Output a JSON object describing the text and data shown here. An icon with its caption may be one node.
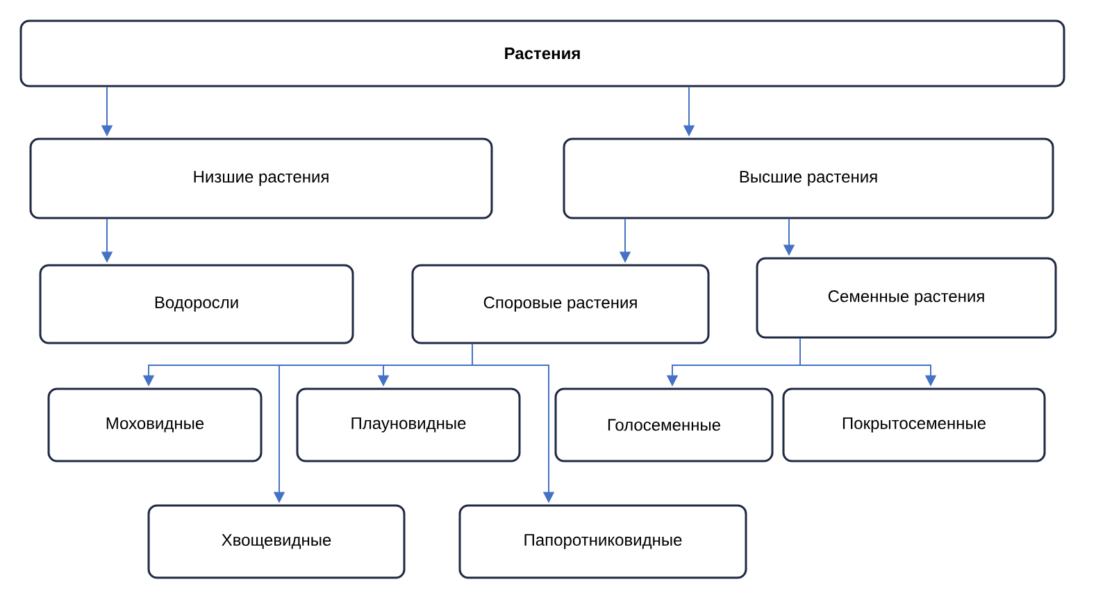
{
  "diagram": {
    "nodes": [
      {
        "text": [
          "Растения"
        ]
      },
      {
        "text": [
          "Низшие растения"
        ]
      },
      {
        "text": [
          "Высшие растения"
        ]
      },
      {
        "text": [
          "Водоросли"
        ]
      },
      {
        "text": [
          "Споровые растения"
        ]
      },
      {
        "text": [
          "Семенные растения"
        ]
      },
      {
        "text": [
          "Моховидные"
        ]
      },
      {
        "text": [
          "Плауновидные"
        ]
      },
      {
        "text": [
          "Голосеменные"
        ]
      },
      {
        "text": [
          "Покрытосеменные"
        ]
      },
      {
        "text": [
          "Хвощевидные"
        ]
      },
      {
        "text": [
          "Папоротниковидные"
        ]
      }
    ],
    "edges": [
      {
        "from": 0,
        "to": 1,
        "arrow": "to"
      },
      {
        "from": 0,
        "to": 2,
        "arrow": "to"
      },
      {
        "from": 1,
        "to": 3,
        "arrow": "to"
      },
      {
        "from": 2,
        "to": 4,
        "arrow": "to"
      },
      {
        "from": 2,
        "to": 5,
        "arrow": "to"
      },
      {
        "from": 4,
        "to": 6,
        "arrow": "to"
      },
      {
        "from": 4,
        "to": 7,
        "arrow": "to"
      },
      {
        "from": 4,
        "to": 10,
        "arrow": "to"
      },
      {
        "from": 4,
        "to": 11,
        "arrow": "to"
      },
      {
        "from": 5,
        "to": 8,
        "arrow": "to"
      },
      {
        "from": 5,
        "to": 9,
        "arrow": "to"
      }
    ]
  }
}
